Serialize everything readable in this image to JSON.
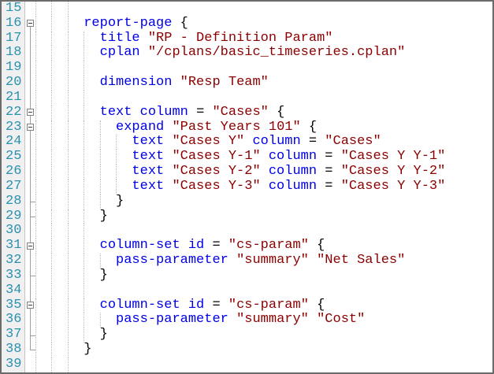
{
  "editor": {
    "colors": {
      "keyword": "#0000E8",
      "string": "#8B0000",
      "operator": "#000000",
      "line_number": "#2B91AF",
      "gutter_bg": "#F0F0F0",
      "gutter_border": "#C4C4C4",
      "indent_guide": "#BDBDBD",
      "fold_mark": "#9E9E9E",
      "border": "#6B6B6B",
      "background": "#FFFFFF"
    },
    "first_line_number": 15,
    "last_line_number": 39,
    "lines": [
      {
        "num": "15",
        "fold": "none",
        "guides": 3,
        "tokens": []
      },
      {
        "num": "16",
        "fold": "boxtop",
        "guides": 3,
        "tokens": [
          {
            "t": "ws",
            "v": "      "
          },
          {
            "t": "kw",
            "v": "report-page"
          },
          {
            "t": "ws",
            "v": " "
          },
          {
            "t": "op",
            "v": "{"
          }
        ]
      },
      {
        "num": "17",
        "fold": "line",
        "guides": 4,
        "tokens": [
          {
            "t": "ws",
            "v": "        "
          },
          {
            "t": "kw",
            "v": "title"
          },
          {
            "t": "ws",
            "v": " "
          },
          {
            "t": "str",
            "v": "\"RP - Definition Param\""
          }
        ]
      },
      {
        "num": "18",
        "fold": "line",
        "guides": 4,
        "tokens": [
          {
            "t": "ws",
            "v": "        "
          },
          {
            "t": "kw",
            "v": "cplan"
          },
          {
            "t": "ws",
            "v": " "
          },
          {
            "t": "str",
            "v": "\"/cplans/basic_timeseries.cplan\""
          }
        ]
      },
      {
        "num": "19",
        "fold": "line",
        "guides": 4,
        "tokens": []
      },
      {
        "num": "20",
        "fold": "line",
        "guides": 4,
        "tokens": [
          {
            "t": "ws",
            "v": "        "
          },
          {
            "t": "kw",
            "v": "dimension"
          },
          {
            "t": "ws",
            "v": " "
          },
          {
            "t": "str",
            "v": "\"Resp Team\""
          }
        ]
      },
      {
        "num": "21",
        "fold": "line",
        "guides": 4,
        "tokens": []
      },
      {
        "num": "22",
        "fold": "box",
        "guides": 4,
        "tokens": [
          {
            "t": "ws",
            "v": "        "
          },
          {
            "t": "kw",
            "v": "text"
          },
          {
            "t": "ws",
            "v": " "
          },
          {
            "t": "kw",
            "v": "column"
          },
          {
            "t": "ws",
            "v": " "
          },
          {
            "t": "op",
            "v": "="
          },
          {
            "t": "ws",
            "v": " "
          },
          {
            "t": "str",
            "v": "\"Cases\""
          },
          {
            "t": "ws",
            "v": " "
          },
          {
            "t": "op",
            "v": "{"
          }
        ]
      },
      {
        "num": "23",
        "fold": "box",
        "guides": 5,
        "tokens": [
          {
            "t": "ws",
            "v": "          "
          },
          {
            "t": "kw",
            "v": "expand"
          },
          {
            "t": "ws",
            "v": " "
          },
          {
            "t": "str",
            "v": "\"Past Years 101\""
          },
          {
            "t": "ws",
            "v": " "
          },
          {
            "t": "op",
            "v": "{"
          }
        ]
      },
      {
        "num": "24",
        "fold": "line",
        "guides": 6,
        "tokens": [
          {
            "t": "ws",
            "v": "            "
          },
          {
            "t": "kw",
            "v": "text"
          },
          {
            "t": "ws",
            "v": " "
          },
          {
            "t": "str",
            "v": "\"Cases Y\""
          },
          {
            "t": "ws",
            "v": " "
          },
          {
            "t": "kw",
            "v": "column"
          },
          {
            "t": "ws",
            "v": " "
          },
          {
            "t": "op",
            "v": "="
          },
          {
            "t": "ws",
            "v": " "
          },
          {
            "t": "str",
            "v": "\"Cases\""
          }
        ]
      },
      {
        "num": "25",
        "fold": "line",
        "guides": 6,
        "tokens": [
          {
            "t": "ws",
            "v": "            "
          },
          {
            "t": "kw",
            "v": "text"
          },
          {
            "t": "ws",
            "v": " "
          },
          {
            "t": "str",
            "v": "\"Cases Y-1\""
          },
          {
            "t": "ws",
            "v": " "
          },
          {
            "t": "kw",
            "v": "column"
          },
          {
            "t": "ws",
            "v": " "
          },
          {
            "t": "op",
            "v": "="
          },
          {
            "t": "ws",
            "v": " "
          },
          {
            "t": "str",
            "v": "\"Cases Y Y-1\""
          }
        ]
      },
      {
        "num": "26",
        "fold": "line",
        "guides": 6,
        "tokens": [
          {
            "t": "ws",
            "v": "            "
          },
          {
            "t": "kw",
            "v": "text"
          },
          {
            "t": "ws",
            "v": " "
          },
          {
            "t": "str",
            "v": "\"Cases Y-2\""
          },
          {
            "t": "ws",
            "v": " "
          },
          {
            "t": "kw",
            "v": "column"
          },
          {
            "t": "ws",
            "v": " "
          },
          {
            "t": "op",
            "v": "="
          },
          {
            "t": "ws",
            "v": " "
          },
          {
            "t": "str",
            "v": "\"Cases Y Y-2\""
          }
        ]
      },
      {
        "num": "27",
        "fold": "line",
        "guides": 6,
        "tokens": [
          {
            "t": "ws",
            "v": "            "
          },
          {
            "t": "kw",
            "v": "text"
          },
          {
            "t": "ws",
            "v": " "
          },
          {
            "t": "str",
            "v": "\"Cases Y-3\""
          },
          {
            "t": "ws",
            "v": " "
          },
          {
            "t": "kw",
            "v": "column"
          },
          {
            "t": "ws",
            "v": " "
          },
          {
            "t": "op",
            "v": "="
          },
          {
            "t": "ws",
            "v": " "
          },
          {
            "t": "str",
            "v": "\"Cases Y Y-3\""
          }
        ]
      },
      {
        "num": "28",
        "fold": "tick",
        "guides": 5,
        "tokens": [
          {
            "t": "ws",
            "v": "          "
          },
          {
            "t": "op",
            "v": "}"
          }
        ]
      },
      {
        "num": "29",
        "fold": "tick",
        "guides": 4,
        "tokens": [
          {
            "t": "ws",
            "v": "        "
          },
          {
            "t": "op",
            "v": "}"
          }
        ]
      },
      {
        "num": "30",
        "fold": "line",
        "guides": 4,
        "tokens": []
      },
      {
        "num": "31",
        "fold": "box",
        "guides": 4,
        "tokens": [
          {
            "t": "ws",
            "v": "        "
          },
          {
            "t": "kw",
            "v": "column-set"
          },
          {
            "t": "ws",
            "v": " "
          },
          {
            "t": "kw",
            "v": "id"
          },
          {
            "t": "ws",
            "v": " "
          },
          {
            "t": "op",
            "v": "="
          },
          {
            "t": "ws",
            "v": " "
          },
          {
            "t": "str",
            "v": "\"cs-param\""
          },
          {
            "t": "ws",
            "v": " "
          },
          {
            "t": "op",
            "v": "{"
          }
        ]
      },
      {
        "num": "32",
        "fold": "line",
        "guides": 5,
        "tokens": [
          {
            "t": "ws",
            "v": "          "
          },
          {
            "t": "kw",
            "v": "pass-parameter"
          },
          {
            "t": "ws",
            "v": " "
          },
          {
            "t": "str",
            "v": "\"summary\""
          },
          {
            "t": "ws",
            "v": " "
          },
          {
            "t": "str",
            "v": "\"Net Sales\""
          }
        ]
      },
      {
        "num": "33",
        "fold": "tick",
        "guides": 4,
        "tokens": [
          {
            "t": "ws",
            "v": "        "
          },
          {
            "t": "op",
            "v": "}"
          }
        ]
      },
      {
        "num": "34",
        "fold": "line",
        "guides": 4,
        "tokens": []
      },
      {
        "num": "35",
        "fold": "box",
        "guides": 4,
        "tokens": [
          {
            "t": "ws",
            "v": "        "
          },
          {
            "t": "kw",
            "v": "column-set"
          },
          {
            "t": "ws",
            "v": " "
          },
          {
            "t": "kw",
            "v": "id"
          },
          {
            "t": "ws",
            "v": " "
          },
          {
            "t": "op",
            "v": "="
          },
          {
            "t": "ws",
            "v": " "
          },
          {
            "t": "str",
            "v": "\"cs-param\""
          },
          {
            "t": "ws",
            "v": " "
          },
          {
            "t": "op",
            "v": "{"
          }
        ]
      },
      {
        "num": "36",
        "fold": "line",
        "guides": 5,
        "tokens": [
          {
            "t": "ws",
            "v": "          "
          },
          {
            "t": "kw",
            "v": "pass-parameter"
          },
          {
            "t": "ws",
            "v": " "
          },
          {
            "t": "str",
            "v": "\"summary\""
          },
          {
            "t": "ws",
            "v": " "
          },
          {
            "t": "str",
            "v": "\"Cost\""
          }
        ]
      },
      {
        "num": "37",
        "fold": "tick",
        "guides": 4,
        "tokens": [
          {
            "t": "ws",
            "v": "        "
          },
          {
            "t": "op",
            "v": "}"
          }
        ]
      },
      {
        "num": "38",
        "fold": "tickend",
        "guides": 3,
        "tokens": [
          {
            "t": "ws",
            "v": "      "
          },
          {
            "t": "op",
            "v": "}"
          }
        ]
      },
      {
        "num": "39",
        "fold": "none",
        "guides": 3,
        "tokens": []
      }
    ]
  }
}
